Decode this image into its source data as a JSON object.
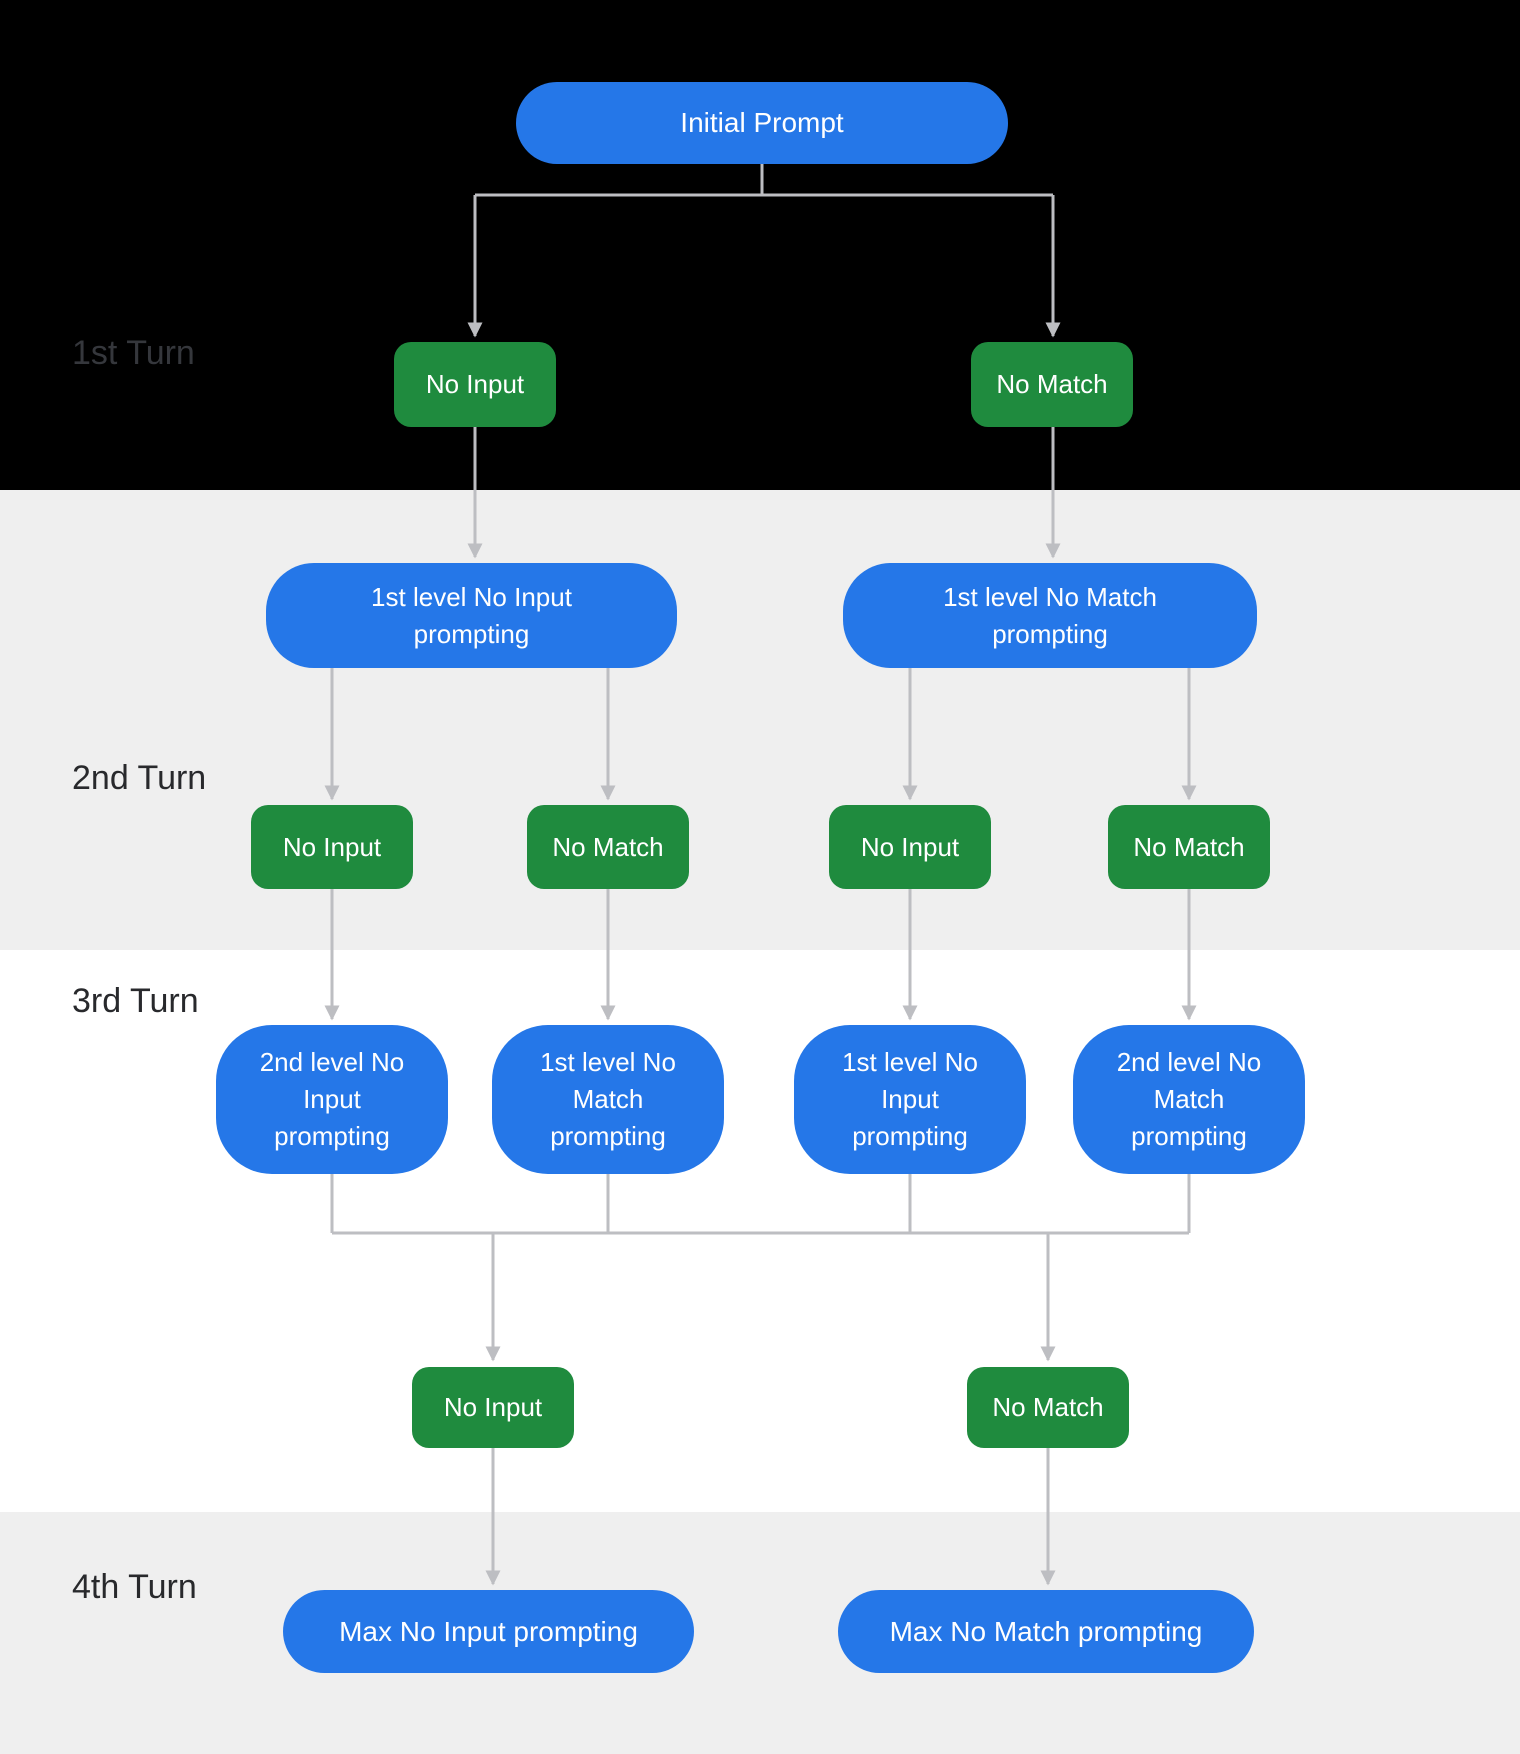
{
  "turns": {
    "t1": "1st Turn",
    "t2": "2nd Turn",
    "t3": "3rd Turn",
    "t4": "4th Turn"
  },
  "nodes": {
    "initial": {
      "label": "Initial Prompt"
    },
    "t1_no_input": {
      "label": "No Input"
    },
    "t1_no_match": {
      "label": "No Match"
    },
    "l1_no_input_prompting": {
      "label": "1st level No Input\nprompting"
    },
    "l1_no_match_prompting": {
      "label": "1st level No Match\nprompting"
    },
    "t2a_no_input": {
      "label": "No Input"
    },
    "t2a_no_match": {
      "label": "No Match"
    },
    "t2b_no_input": {
      "label": "No Input"
    },
    "t2b_no_match": {
      "label": "No Match"
    },
    "l2_no_input_prompting": {
      "label": "2nd level No\nInput\nprompting"
    },
    "l1_no_match_prompting_2": {
      "label": "1st level No\nMatch\nprompting"
    },
    "l1_no_input_prompting_2": {
      "label": "1st level No\nInput\nprompting"
    },
    "l2_no_match_prompting": {
      "label": "2nd level No\nMatch\nprompting"
    },
    "t3_no_input": {
      "label": "No Input"
    },
    "t3_no_match": {
      "label": "No Match"
    },
    "max_no_input": {
      "label": "Max No Input prompting"
    },
    "max_no_match": {
      "label": "Max No Match prompting"
    }
  },
  "colors": {
    "prompt_blue": "#2577E8",
    "event_green": "#1F8B3E",
    "section_black": "#000000",
    "section_gray": "#EFEFEF",
    "section_white": "#FFFFFF",
    "connector_gray": "#BDBEC2",
    "turn_label_on_black": "#35373C",
    "turn_label_on_light": "#28292C",
    "node_text": "#FFFFFF"
  }
}
